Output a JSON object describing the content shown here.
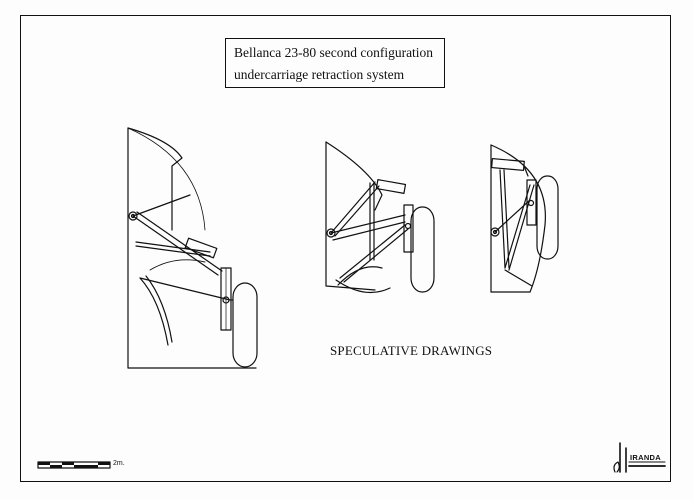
{
  "title": {
    "line1": "Bellanca 23-80 second configuration",
    "line2": "undercarriage retraction system"
  },
  "caption": "SPECULATIVE DRAWINGS",
  "scale_bar": {
    "label": "2m."
  },
  "signature": {
    "text": "IRANDA"
  }
}
